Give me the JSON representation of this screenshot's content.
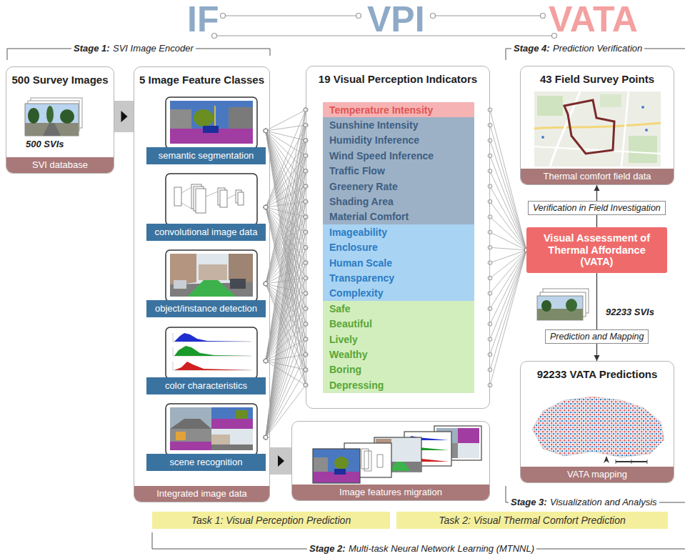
{
  "diagram": {
    "nodes": [
      {
        "text": [
          "500 Survey Images",
          "500 SVIs",
          "SVI database"
        ]
      },
      {
        "text": [
          "5 Image Feature Classes",
          "Integrated image data"
        ]
      },
      {
        "text": [
          "semantic segmentation"
        ],
        "in": 1
      },
      {
        "text": [
          "convolutional image data"
        ],
        "in": 1
      },
      {
        "text": [
          "object/instance detection"
        ],
        "in": 1
      },
      {
        "text": [
          "color characteristics"
        ],
        "in": 1
      },
      {
        "text": [
          "scene recognition"
        ],
        "in": 1
      },
      {
        "text": [
          "19 Visual Perception Indicators"
        ]
      },
      {
        "text": [
          "Temperature Intensity"
        ],
        "in": 7
      },
      {
        "text": [
          "Sunshine Intensity"
        ],
        "in": 7
      },
      {
        "text": [
          "Humidity Inference"
        ],
        "in": 7
      },
      {
        "text": [
          "Wind Speed Inference"
        ],
        "in": 7
      },
      {
        "text": [
          "Traffic Flow"
        ],
        "in": 7
      },
      {
        "text": [
          "Greenery Rate"
        ],
        "in": 7
      },
      {
        "text": [
          "Shading Area"
        ],
        "in": 7
      },
      {
        "text": [
          "Material Comfort"
        ],
        "in": 7
      },
      {
        "text": [
          "Imageability"
        ],
        "in": 7
      },
      {
        "text": [
          "Enclosure"
        ],
        "in": 7
      },
      {
        "text": [
          "Human Scale"
        ],
        "in": 7
      },
      {
        "text": [
          "Transparency"
        ],
        "in": 7
      },
      {
        "text": [
          "Complexity"
        ],
        "in": 7
      },
      {
        "text": [
          "Safe"
        ],
        "in": 7
      },
      {
        "text": [
          "Beautiful"
        ],
        "in": 7
      },
      {
        "text": [
          "Lively"
        ],
        "in": 7
      },
      {
        "text": [
          "Wealthy"
        ],
        "in": 7
      },
      {
        "text": [
          "Boring"
        ],
        "in": 7
      },
      {
        "text": [
          "Depressing"
        ],
        "in": 7
      },
      {
        "text": [
          "Image features migration"
        ]
      },
      {
        "text": [
          "43 Field Survey Points",
          "Thermal comfort field data"
        ]
      },
      {
        "text": [
          "Visual Assessment of Thermal Affordance (VATA)"
        ]
      },
      {
        "text": [
          "92233 VATA Predictions",
          "VATA mapping"
        ]
      },
      {
        "text": [
          "Task 1: Visual Perception Prediction"
        ]
      },
      {
        "text": [
          "Task 2: Visual Thermal Comfort Prediction"
        ]
      }
    ],
    "edges": [
      {
        "from": 0,
        "to": 1,
        "arrow": "to"
      },
      {
        "from": 1,
        "to": 27,
        "arrow": "to"
      },
      {
        "from": 2,
        "to": 8,
        "arrow": "none"
      },
      {
        "from": 2,
        "to": 9,
        "arrow": "none"
      },
      {
        "from": 2,
        "to": 10,
        "arrow": "none"
      },
      {
        "from": 2,
        "to": 11,
        "arrow": "none"
      },
      {
        "from": 2,
        "to": 12,
        "arrow": "none"
      },
      {
        "from": 2,
        "to": 13,
        "arrow": "none"
      },
      {
        "from": 2,
        "to": 14,
        "arrow": "none"
      },
      {
        "from": 2,
        "to": 15,
        "arrow": "none"
      },
      {
        "from": 2,
        "to": 16,
        "arrow": "none"
      },
      {
        "from": 2,
        "to": 17,
        "arrow": "none"
      },
      {
        "from": 2,
        "to": 18,
        "arrow": "none"
      },
      {
        "from": 2,
        "to": 19,
        "arrow": "none"
      },
      {
        "from": 2,
        "to": 20,
        "arrow": "none"
      },
      {
        "from": 2,
        "to": 21,
        "arrow": "none"
      },
      {
        "from": 2,
        "to": 22,
        "arrow": "none"
      },
      {
        "from": 2,
        "to": 23,
        "arrow": "none"
      },
      {
        "from": 2,
        "to": 24,
        "arrow": "none"
      },
      {
        "from": 2,
        "to": 25,
        "arrow": "none"
      },
      {
        "from": 2,
        "to": 26,
        "arrow": "none"
      },
      {
        "from": 3,
        "to": 8,
        "arrow": "none"
      },
      {
        "from": 3,
        "to": 9,
        "arrow": "none"
      },
      {
        "from": 3,
        "to": 10,
        "arrow": "none"
      },
      {
        "from": 3,
        "to": 11,
        "arrow": "none"
      },
      {
        "from": 3,
        "to": 12,
        "arrow": "none"
      },
      {
        "from": 3,
        "to": 13,
        "arrow": "none"
      },
      {
        "from": 3,
        "to": 14,
        "arrow": "none"
      },
      {
        "from": 3,
        "to": 15,
        "arrow": "none"
      },
      {
        "from": 3,
        "to": 16,
        "arrow": "none"
      },
      {
        "from": 3,
        "to": 17,
        "arrow": "none"
      },
      {
        "from": 3,
        "to": 18,
        "arrow": "none"
      },
      {
        "from": 3,
        "to": 19,
        "arrow": "none"
      },
      {
        "from": 3,
        "to": 20,
        "arrow": "none"
      },
      {
        "from": 3,
        "to": 21,
        "arrow": "none"
      },
      {
        "from": 3,
        "to": 22,
        "arrow": "none"
      },
      {
        "from": 3,
        "to": 23,
        "arrow": "none"
      },
      {
        "from": 3,
        "to": 24,
        "arrow": "none"
      },
      {
        "from": 3,
        "to": 25,
        "arrow": "none"
      },
      {
        "from": 3,
        "to": 26,
        "arrow": "none"
      },
      {
        "from": 4,
        "to": 8,
        "arrow": "none"
      },
      {
        "from": 4,
        "to": 9,
        "arrow": "none"
      },
      {
        "from": 4,
        "to": 10,
        "arrow": "none"
      },
      {
        "from": 4,
        "to": 11,
        "arrow": "none"
      },
      {
        "from": 4,
        "to": 12,
        "arrow": "none"
      },
      {
        "from": 4,
        "to": 13,
        "arrow": "none"
      },
      {
        "from": 4,
        "to": 14,
        "arrow": "none"
      },
      {
        "from": 4,
        "to": 15,
        "arrow": "none"
      },
      {
        "from": 4,
        "to": 16,
        "arrow": "none"
      },
      {
        "from": 4,
        "to": 17,
        "arrow": "none"
      },
      {
        "from": 4,
        "to": 18,
        "arrow": "none"
      },
      {
        "from": 4,
        "to": 19,
        "arrow": "none"
      },
      {
        "from": 4,
        "to": 20,
        "arrow": "none"
      },
      {
        "from": 4,
        "to": 21,
        "arrow": "none"
      },
      {
        "from": 4,
        "to": 22,
        "arrow": "none"
      },
      {
        "from": 4,
        "to": 23,
        "arrow": "none"
      },
      {
        "from": 4,
        "to": 24,
        "arrow": "none"
      },
      {
        "from": 4,
        "to": 25,
        "arrow": "none"
      },
      {
        "from": 4,
        "to": 26,
        "arrow": "none"
      },
      {
        "from": 5,
        "to": 8,
        "arrow": "none"
      },
      {
        "from": 5,
        "to": 9,
        "arrow": "none"
      },
      {
        "from": 5,
        "to": 10,
        "arrow": "none"
      },
      {
        "from": 5,
        "to": 11,
        "arrow": "none"
      },
      {
        "from": 5,
        "to": 12,
        "arrow": "none"
      },
      {
        "from": 5,
        "to": 13,
        "arrow": "none"
      },
      {
        "from": 5,
        "to": 14,
        "arrow": "none"
      },
      {
        "from": 5,
        "to": 15,
        "arrow": "none"
      },
      {
        "from": 5,
        "to": 16,
        "arrow": "none"
      },
      {
        "from": 5,
        "to": 17,
        "arrow": "none"
      },
      {
        "from": 5,
        "to": 18,
        "arrow": "none"
      },
      {
        "from": 5,
        "to": 19,
        "arrow": "none"
      },
      {
        "from": 5,
        "to": 20,
        "arrow": "none"
      },
      {
        "from": 5,
        "to": 21,
        "arrow": "none"
      },
      {
        "from": 5,
        "to": 22,
        "arrow": "none"
      },
      {
        "from": 5,
        "to": 23,
        "arrow": "none"
      },
      {
        "from": 5,
        "to": 24,
        "arrow": "none"
      },
      {
        "from": 5,
        "to": 25,
        "arrow": "none"
      },
      {
        "from": 5,
        "to": 26,
        "arrow": "none"
      },
      {
        "from": 6,
        "to": 8,
        "arrow": "none"
      },
      {
        "from": 6,
        "to": 9,
        "arrow": "none"
      },
      {
        "from": 6,
        "to": 10,
        "arrow": "none"
      },
      {
        "from": 6,
        "to": 11,
        "arrow": "none"
      },
      {
        "from": 6,
        "to": 12,
        "arrow": "none"
      },
      {
        "from": 6,
        "to": 13,
        "arrow": "none"
      },
      {
        "from": 6,
        "to": 14,
        "arrow": "none"
      },
      {
        "from": 6,
        "to": 15,
        "arrow": "none"
      },
      {
        "from": 6,
        "to": 16,
        "arrow": "none"
      },
      {
        "from": 6,
        "to": 17,
        "arrow": "none"
      },
      {
        "from": 6,
        "to": 18,
        "arrow": "none"
      },
      {
        "from": 6,
        "to": 19,
        "arrow": "none"
      },
      {
        "from": 6,
        "to": 20,
        "arrow": "none"
      },
      {
        "from": 6,
        "to": 21,
        "arrow": "none"
      },
      {
        "from": 6,
        "to": 22,
        "arrow": "none"
      },
      {
        "from": 6,
        "to": 23,
        "arrow": "none"
      },
      {
        "from": 6,
        "to": 24,
        "arrow": "none"
      },
      {
        "from": 6,
        "to": 25,
        "arrow": "none"
      },
      {
        "from": 6,
        "to": 26,
        "arrow": "none"
      },
      {
        "from": 8,
        "to": 29,
        "arrow": "none"
      },
      {
        "from": 9,
        "to": 29,
        "arrow": "none"
      },
      {
        "from": 10,
        "to": 29,
        "arrow": "none"
      },
      {
        "from": 11,
        "to": 29,
        "arrow": "none"
      },
      {
        "from": 12,
        "to": 29,
        "arrow": "none"
      },
      {
        "from": 13,
        "to": 29,
        "arrow": "none"
      },
      {
        "from": 14,
        "to": 29,
        "arrow": "none"
      },
      {
        "from": 15,
        "to": 29,
        "arrow": "none"
      },
      {
        "from": 16,
        "to": 29,
        "arrow": "none"
      },
      {
        "from": 17,
        "to": 29,
        "arrow": "none"
      },
      {
        "from": 18,
        "to": 29,
        "arrow": "none"
      },
      {
        "from": 19,
        "to": 29,
        "arrow": "none"
      },
      {
        "from": 20,
        "to": 29,
        "arrow": "none"
      },
      {
        "from": 21,
        "to": 29,
        "arrow": "none"
      },
      {
        "from": 22,
        "to": 29,
        "arrow": "none"
      },
      {
        "from": 23,
        "to": 29,
        "arrow": "none"
      },
      {
        "from": 24,
        "to": 29,
        "arrow": "none"
      },
      {
        "from": 25,
        "to": 29,
        "arrow": "none"
      },
      {
        "from": 26,
        "to": 29,
        "arrow": "none"
      },
      {
        "from": 29,
        "to": 28,
        "arrow": "to",
        "label": "Verification in Field Investigation"
      },
      {
        "from": 29,
        "to": 30,
        "arrow": "to",
        "label": "Prediction and Mapping"
      }
    ],
    "labels": [
      "IF",
      "VPI",
      "VATA",
      "Stage 1:",
      "SVI Image Encoder",
      "Stage 4:",
      "Prediction Verification",
      "92233 SVIs",
      "Stage 3:",
      "Visualization and Analysis",
      "Stage 2:",
      "Multi-task Neural Network Learning (MTNNL)"
    ]
  }
}
